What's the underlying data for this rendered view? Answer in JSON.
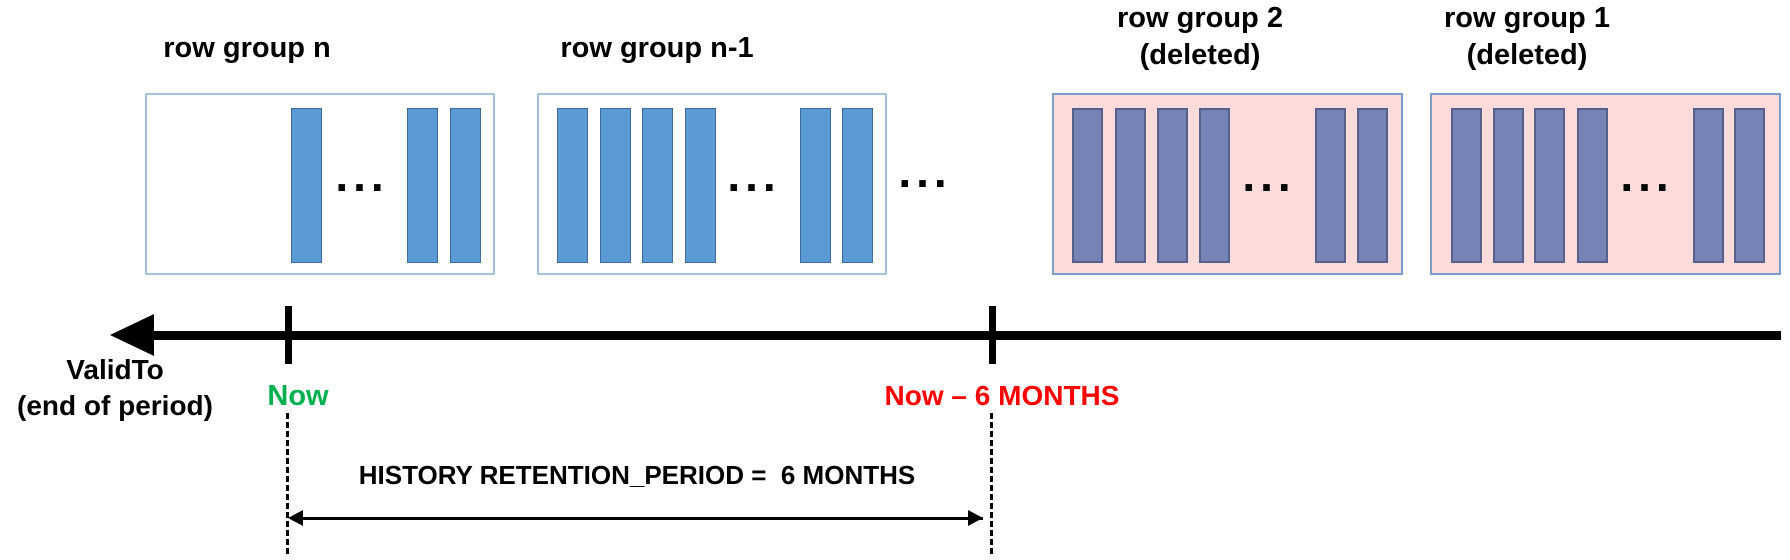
{
  "ellipsis": "...",
  "row_groups": [
    {
      "label": "row group n"
    },
    {
      "label": "row group n-1"
    },
    {
      "label": "row group 2",
      "sublabel": "(deleted)"
    },
    {
      "label": "row group 1",
      "sublabel": "(deleted)"
    }
  ],
  "timeline": {
    "axis_label_line1": "ValidTo",
    "axis_label_line2": "(end of period)",
    "now_label": "Now",
    "cutoff_label": "Now – 6 MONTHS",
    "retention_label": "HISTORY RETENTION_PERIOD =  6 MONTHS"
  },
  "colors": {
    "active_bar": "#5B9BD5",
    "active_bar_border": "#3E6A9A",
    "active_box_border": "#A6C1DC",
    "deleted_box_fill": "#FBDCDB",
    "deleted_box_border": "#7C9CC9",
    "deleted_bar": "#7584B5",
    "deleted_bar_border": "#575F8D",
    "now_label_color": "#00B050",
    "cutoff_label_color": "#FF0000",
    "axis_color": "#000000"
  }
}
